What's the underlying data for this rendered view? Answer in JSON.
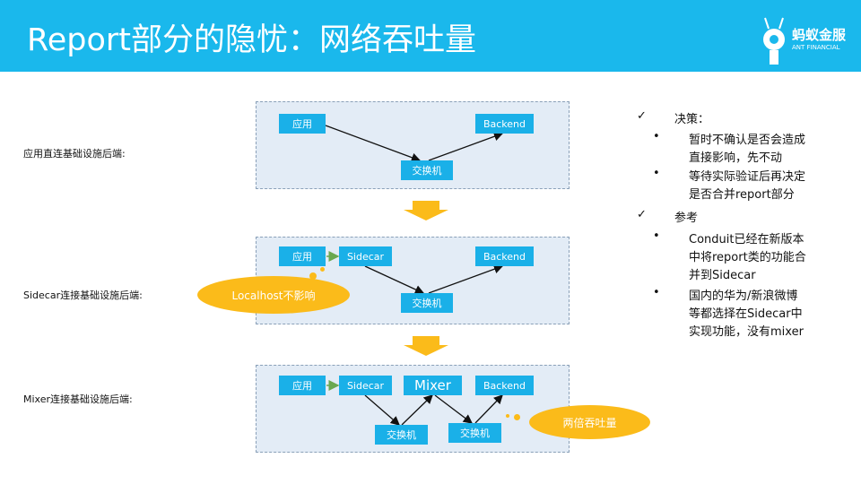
{
  "title": "Report部分的隐忧：网络吞吐量",
  "logo": {
    "cn": "蚂蚁金服",
    "en": "ANT FINANCIAL"
  },
  "labels": [
    "应用直连基础设施后端:",
    "Sidecar连接基础设施后端:",
    "Mixer连接基础设施后端:"
  ],
  "boxes": {
    "app": "应用",
    "backend": "Backend",
    "switch": "交换机",
    "sidecar": "Sidecar",
    "mixer": "Mixer"
  },
  "clouds": [
    "Localhost不影响",
    "两倍吞吐量"
  ],
  "right": {
    "h1": "决策：",
    "b1": [
      "暂时不确认是否会造成",
      "直接影响，先不动"
    ],
    "b2": [
      "等待实际验证后再决定",
      "是否合并report部分"
    ],
    "h2": "参考",
    "b3": [
      "Conduit已经在新版本",
      "中将report类的功能合",
      "并到Sidecar"
    ],
    "b4": [
      "国内的华为/新浪微博",
      "等都选择在Sidecar中",
      "实现功能，没有mixer"
    ]
  },
  "icons": {
    "check": "✓",
    "bullet": "•"
  }
}
